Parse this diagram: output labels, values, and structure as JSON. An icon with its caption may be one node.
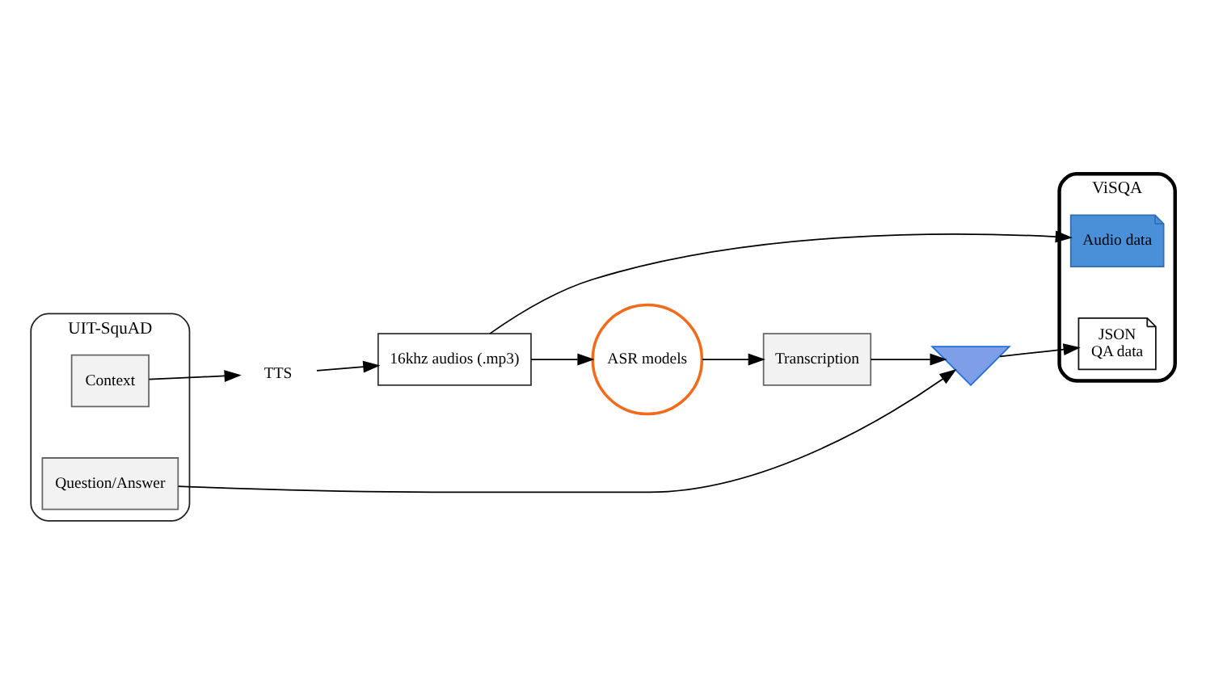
{
  "diagram": {
    "nodes": [
      {
        "text": [
          "UIT-SquAD"
        ]
      },
      {
        "text": [
          "Context"
        ],
        "in": 0
      },
      {
        "text": [
          "Question/Answer"
        ],
        "in": 0
      },
      {
        "text": [
          "TTS"
        ]
      },
      {
        "text": [
          "16khz audios (.mp3)"
        ]
      },
      {
        "text": [
          "ASR models"
        ]
      },
      {
        "text": [
          "Transcription"
        ]
      },
      {
        "text": [],
        "shape": "funnel"
      },
      {
        "text": [
          "ViSQA"
        ]
      },
      {
        "text": [
          "JSON",
          "QA data"
        ],
        "in": 8
      },
      {
        "text": [
          "Audio data"
        ],
        "in": 8
      }
    ],
    "edges": [
      {
        "from": 1,
        "to": 3,
        "arrow": "to"
      },
      {
        "from": 3,
        "to": 4,
        "arrow": "to"
      },
      {
        "from": 4,
        "to": 5,
        "arrow": "to"
      },
      {
        "from": 5,
        "to": 6,
        "arrow": "to"
      },
      {
        "from": 2,
        "to": 7,
        "arrow": "to"
      },
      {
        "from": 6,
        "to": 7,
        "arrow": "to"
      },
      {
        "from": 7,
        "to": 9,
        "arrow": "to"
      },
      {
        "from": 4,
        "to": 10,
        "arrow": "to"
      }
    ]
  }
}
